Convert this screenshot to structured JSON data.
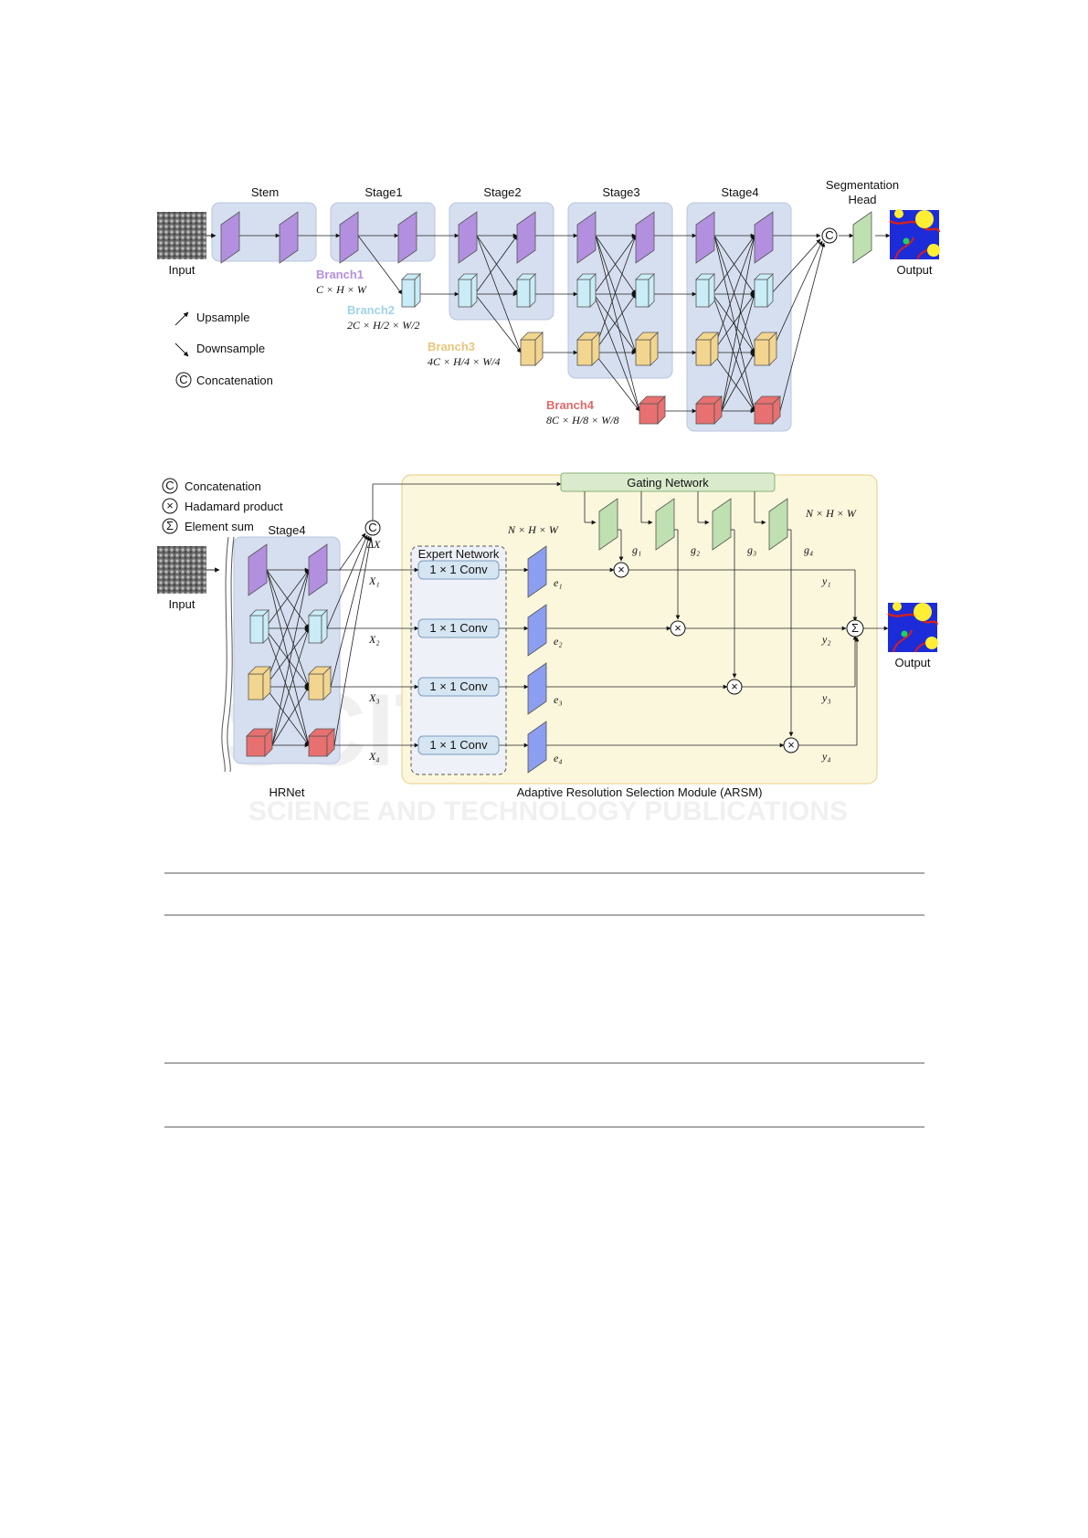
{
  "figure_top": {
    "stages": [
      "Stem",
      "Stage1",
      "Stage2",
      "Stage3",
      "Stage4"
    ],
    "seg_head": [
      "Segmentation",
      "Head"
    ],
    "input_label": "Input",
    "output_label": "Output",
    "branches": [
      {
        "name": "Branch1",
        "dims": "C × H × W",
        "color": "#b38fe0"
      },
      {
        "name": "Branch2",
        "dims": "2C × H/2 × W/2",
        "color": "#9fd3e6"
      },
      {
        "name": "Branch3",
        "dims": "4C × H/4 × W/4",
        "color": "#e8c67a"
      },
      {
        "name": "Branch4",
        "dims": "8C × H/8 × W/8",
        "color": "#e06a6a"
      }
    ],
    "legend": {
      "upsample": "Upsample",
      "downsample": "Downsample",
      "concat": "Concatenation",
      "concat_symbol": "C"
    }
  },
  "figure_bottom": {
    "legend": {
      "concat": "Concatenation",
      "hadamard": "Hadamard product",
      "sum": "Element sum",
      "concat_symbol": "C",
      "hadamard_symbol": "×",
      "sum_symbol": "Σ"
    },
    "stage4": "Stage4",
    "input_label": "Input",
    "output_label": "Output",
    "hrnet_label": "HRNet",
    "arsm_label": "Adaptive Resolution Selection Module (ARSM)",
    "gating": "Gating Network",
    "expert": "Expert Network",
    "conv": [
      "1 × 1 Conv",
      "1 × 1 Conv",
      "1 × 1 Conv",
      "1 × 1 Conv"
    ],
    "delta": "ΔX",
    "dims1": "N × H × W",
    "dims2": "N × H × W",
    "x": [
      "X₁",
      "X₂",
      "X₃",
      "X₄"
    ],
    "e": [
      "e₁",
      "e₂",
      "e₃",
      "e₄"
    ],
    "g": [
      "g₁",
      "g₂",
      "g₃",
      "g₄"
    ],
    "y": [
      "y₁",
      "y₂",
      "y₃",
      "y₄"
    ]
  },
  "watermark": {
    "big": "SCITEPRESS",
    "small": "SCIENCE AND TECHNOLOGY PUBLICATIONS"
  },
  "colors": {
    "purple": "#b38fe0",
    "cyan": "#c9ecf6",
    "yellow": "#f2d58e",
    "red": "#e87070",
    "green": "#bfe0b0",
    "blue": "#8c9ef0",
    "stage_bg": "#d6dff0",
    "arsm_bg": "#fbf7dd"
  }
}
